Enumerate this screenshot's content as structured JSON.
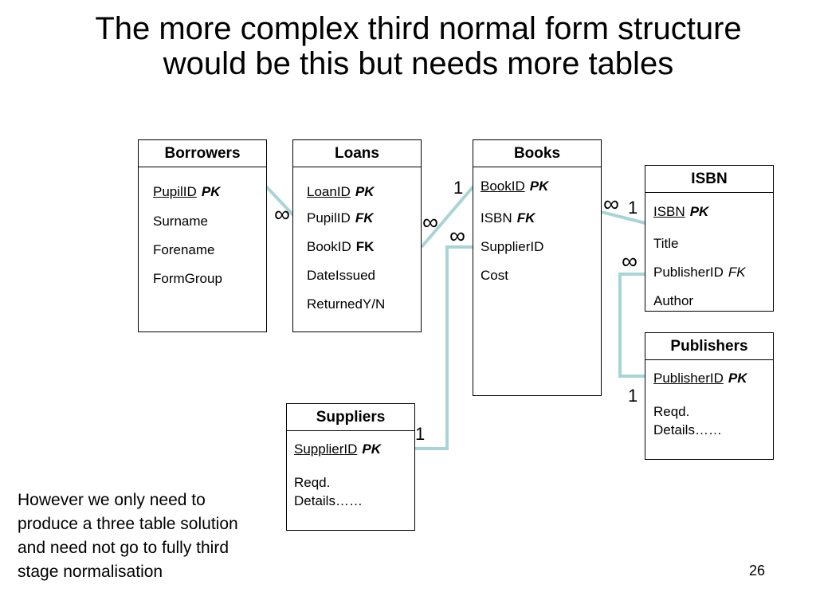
{
  "title": "The more complex third normal form structure would be this but needs more tables",
  "tables": {
    "borrowers": {
      "name": "Borrowers",
      "fields": [
        {
          "name": "PupilID",
          "key": "PK"
        },
        {
          "name": "Surname",
          "key": ""
        },
        {
          "name": "Forename",
          "key": ""
        },
        {
          "name": "FormGroup",
          "key": ""
        }
      ]
    },
    "loans": {
      "name": "Loans",
      "fields": [
        {
          "name": "LoanID",
          "key": "PK"
        },
        {
          "name": "PupilID",
          "key": "FK"
        },
        {
          "name": "BookID",
          "key": "FK"
        },
        {
          "name": "DateIssued",
          "key": ""
        },
        {
          "name": "ReturnedY/N",
          "key": ""
        }
      ]
    },
    "books": {
      "name": "Books",
      "fields": [
        {
          "name": "BookID",
          "key": "PK"
        },
        {
          "name": "ISBN",
          "key": "FK"
        },
        {
          "name": "SupplierID",
          "key": ""
        },
        {
          "name": "Cost",
          "key": ""
        }
      ]
    },
    "isbn": {
      "name": "ISBN",
      "fields": [
        {
          "name": "ISBN",
          "key": "PK"
        },
        {
          "name": "Title",
          "key": ""
        },
        {
          "name": "PublisherID",
          "key": "FK"
        },
        {
          "name": "Author",
          "key": ""
        }
      ]
    },
    "publishers": {
      "name": "Publishers",
      "fields": [
        {
          "name": "PublisherID",
          "key": "PK"
        },
        {
          "name": "Reqd. Details……",
          "key": ""
        }
      ]
    },
    "suppliers": {
      "name": "Suppliers",
      "fields": [
        {
          "name": "SupplierID",
          "key": "PK"
        },
        {
          "name": "Reqd. Details……",
          "key": ""
        }
      ]
    }
  },
  "cardinality": {
    "one": "1",
    "many": "∞"
  },
  "note": "However we only need to produce a three table solution and need not go to fully third stage normalisation",
  "page_number": "26",
  "colors": {
    "link_line": "#a8d4d8"
  }
}
